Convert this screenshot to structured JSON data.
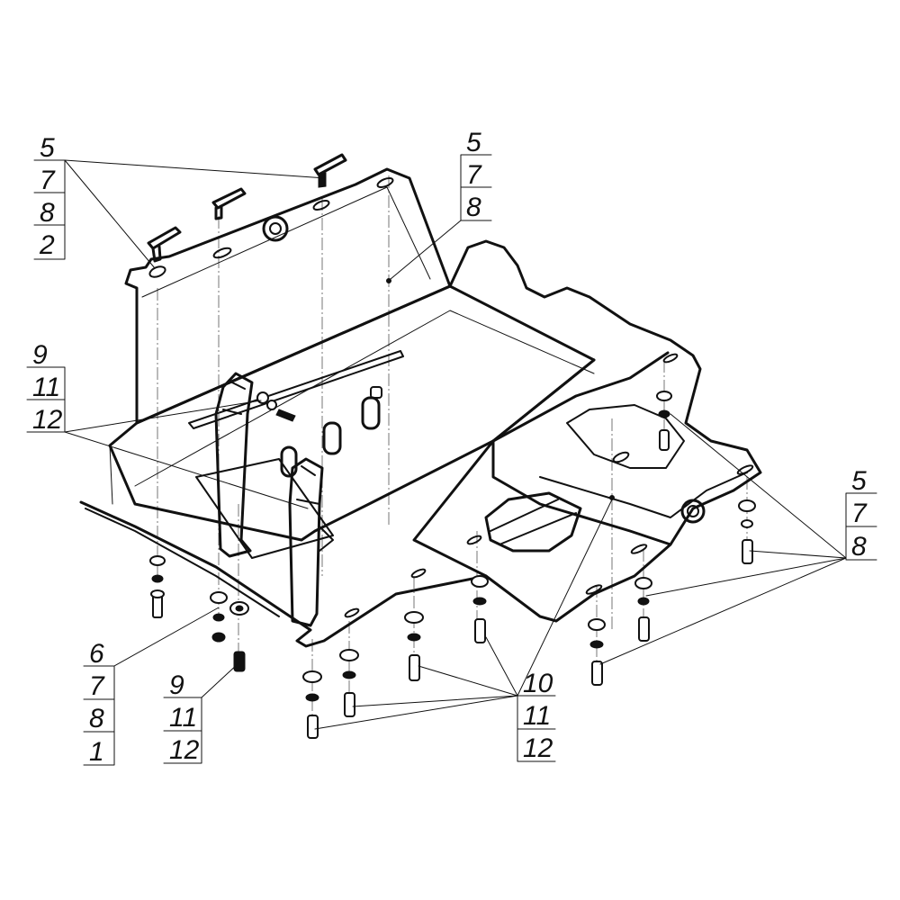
{
  "callouts": [
    {
      "id": "A",
      "items": [
        "5",
        "7",
        "8",
        "2"
      ]
    },
    {
      "id": "B",
      "items": [
        "5",
        "7",
        "8"
      ]
    },
    {
      "id": "C",
      "items": [
        "9",
        "11",
        "12"
      ]
    },
    {
      "id": "D",
      "items": [
        "5",
        "7",
        "8"
      ]
    },
    {
      "id": "E",
      "items": [
        "6",
        "7",
        "8",
        "1"
      ]
    },
    {
      "id": "F",
      "items": [
        "9",
        "11",
        "12"
      ]
    },
    {
      "id": "G",
      "items": [
        "10",
        "11",
        "12"
      ]
    }
  ]
}
